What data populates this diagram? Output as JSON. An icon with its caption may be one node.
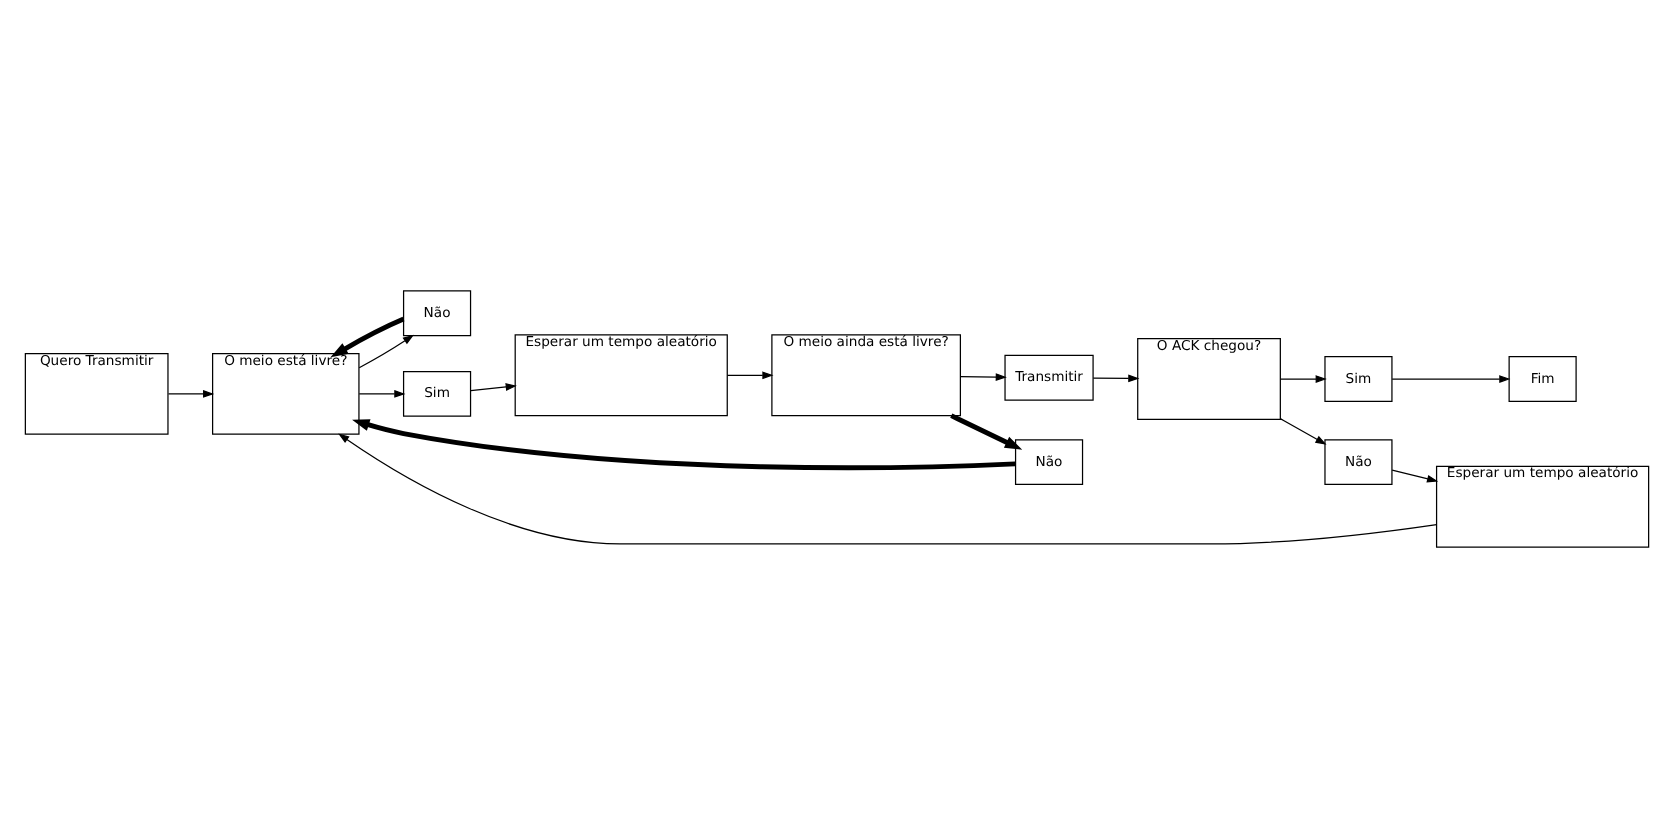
{
  "diagram": {
    "nodes": [
      {
        "text": [
          "Quero Transmitir"
        ]
      },
      {
        "text": [
          "O meio está livre?"
        ]
      },
      {
        "text": [
          "Não"
        ]
      },
      {
        "text": [
          "Sim"
        ]
      },
      {
        "text": [
          "Esperar um tempo aleatório"
        ]
      },
      {
        "text": [
          "O meio ainda está livre?"
        ]
      },
      {
        "text": [
          "Não"
        ]
      },
      {
        "text": [
          "Transmitir"
        ]
      },
      {
        "text": [
          "Esperar um tempo aleatório"
        ]
      },
      {
        "text": [
          "O ACK chegou?"
        ]
      },
      {
        "text": [
          "Não"
        ]
      },
      {
        "text": [
          "Sim"
        ]
      },
      {
        "text": [
          "Fim"
        ]
      }
    ],
    "edges": [
      {
        "from": 0,
        "to": 1,
        "arrow": "to"
      },
      {
        "from": 1,
        "to": 2,
        "arrow": "to"
      },
      {
        "from": 2,
        "to": 1,
        "arrow": "to",
        "style": "thick"
      },
      {
        "from": 1,
        "to": 3,
        "arrow": "to"
      },
      {
        "from": 3,
        "to": 4,
        "arrow": "to"
      },
      {
        "from": 4,
        "to": 5,
        "arrow": "to"
      },
      {
        "from": 5,
        "to": 6,
        "arrow": "to",
        "style": "thick"
      },
      {
        "from": 6,
        "to": 1,
        "arrow": "to",
        "style": "thick"
      },
      {
        "from": 8,
        "to": 1,
        "arrow": "to"
      },
      {
        "from": 5,
        "to": 7,
        "arrow": "to"
      },
      {
        "from": 7,
        "to": 9,
        "arrow": "to"
      },
      {
        "from": 9,
        "to": 10,
        "arrow": "to"
      },
      {
        "from": 10,
        "to": 8,
        "arrow": "to"
      },
      {
        "from": 9,
        "to": 11,
        "arrow": "to"
      },
      {
        "from": 11,
        "to": 12,
        "arrow": "to"
      }
    ]
  }
}
